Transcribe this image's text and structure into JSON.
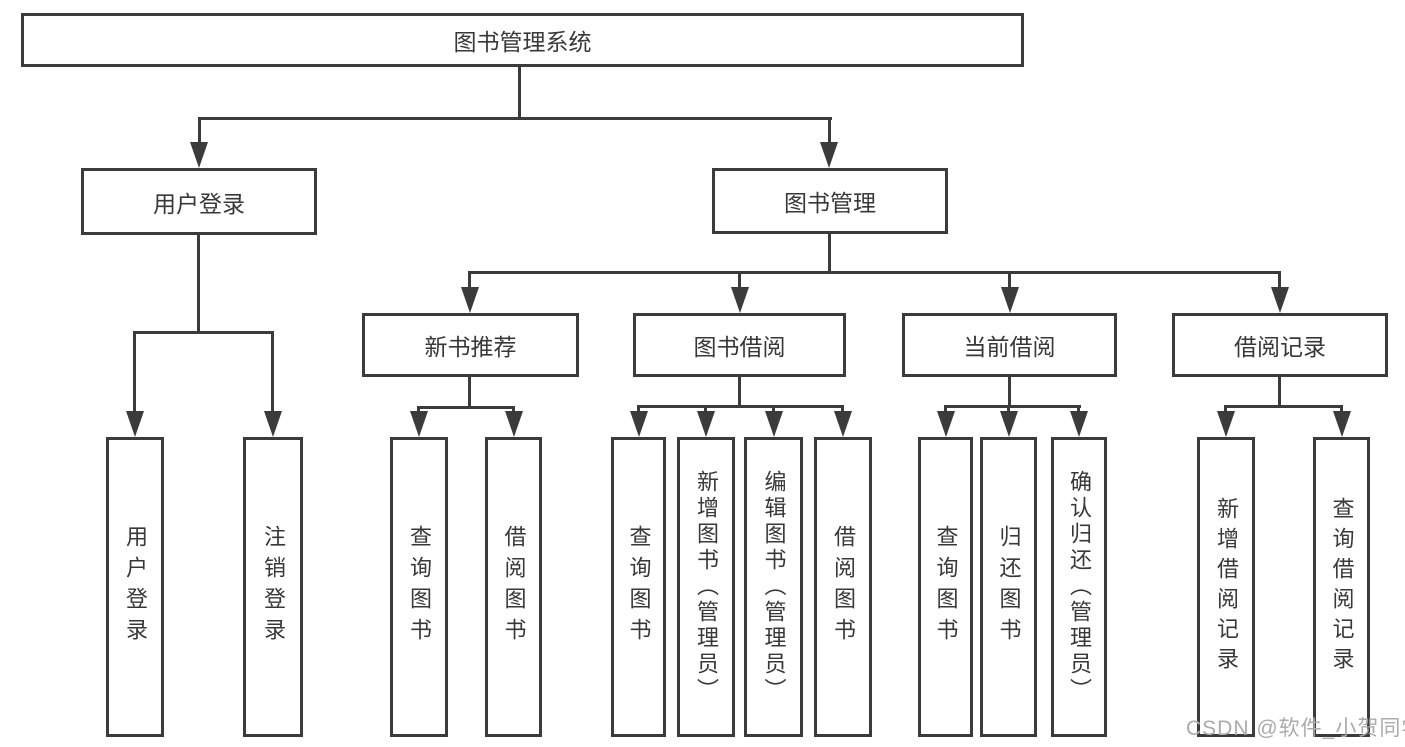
{
  "colors": {
    "line": "#3b3b3b",
    "text": "#383838",
    "watermark": "#ababab",
    "background": "#ffffff"
  },
  "watermark": "CSDN @软件_小贺同学",
  "tree": {
    "root": "图书管理系统",
    "level1": [
      {
        "label": "用户登录",
        "children": [
          "用户登录",
          "注销登录"
        ]
      },
      {
        "label": "图书管理",
        "children": [
          {
            "label": "新书推荐",
            "children": [
              "查询图书",
              "借阅图书"
            ]
          },
          {
            "label": "图书借阅",
            "children": [
              "查询图书",
              "新增图书（管理员）",
              "编辑图书（管理员）",
              "借阅图书"
            ]
          },
          {
            "label": "当前借阅",
            "children": [
              "查询图书",
              "归还图书",
              "确认归还（管理员）"
            ]
          },
          {
            "label": "借阅记录",
            "children": [
              "新增借阅记录",
              "查询借阅记录"
            ]
          }
        ]
      }
    ]
  }
}
